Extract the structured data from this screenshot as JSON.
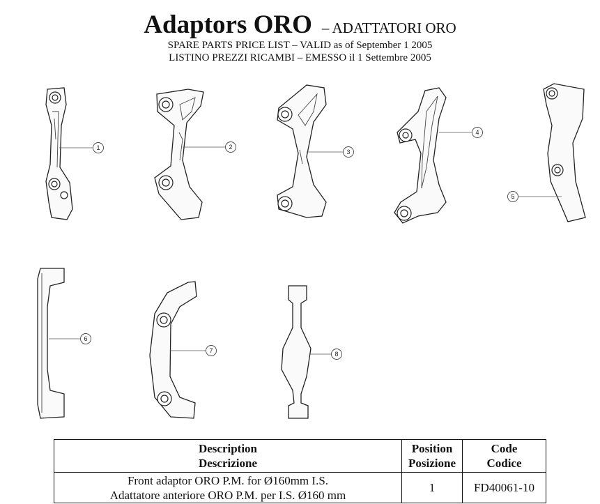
{
  "header": {
    "title": "Adaptors ORO",
    "title_suffix": "– ADATTATORI ORO",
    "subtitle_en": "SPARE PARTS PRICE LIST – VALID as of  September 1 2005",
    "subtitle_it": "LISTINO PREZZI RICAMBI – EMESSO il 1 Settembre 2005"
  },
  "callouts": [
    "1",
    "2",
    "3",
    "4",
    "5",
    "6",
    "7",
    "8"
  ],
  "table": {
    "headers": [
      {
        "en": "Description",
        "it": "Descrizione"
      },
      {
        "en": "Position",
        "it": "Posizione"
      },
      {
        "en": "Code",
        "it": "Codice"
      }
    ],
    "rows": [
      {
        "description_en": "Front adaptor ORO P.M. for Ø160mm I.S.",
        "description_it": "Adattatore anteriore  ORO P.M. per I.S. Ø160 mm",
        "position": "1",
        "code": "FD40061-10"
      }
    ]
  }
}
